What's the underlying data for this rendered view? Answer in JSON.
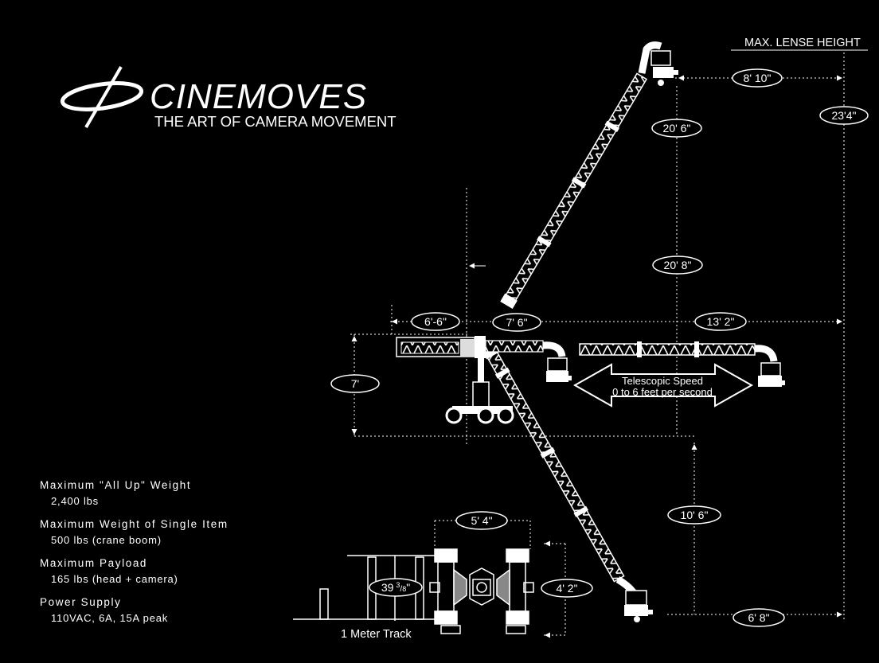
{
  "logo": {
    "wordmark": "CINEMOVES",
    "tagline": "THE ART OF CAMERA MOVEMENT"
  },
  "annotations": {
    "max_lens_height": "MAX. LENSE HEIGHT",
    "telescopic_title": "Telescopic Speed",
    "telescopic_range": "0 to 6 feet per second",
    "track": "1 Meter Track"
  },
  "dimensions": {
    "top_reach": "8' 10\"",
    "total_height": "23'4\"",
    "upper_vertical": "20' 6\"",
    "mid_vertical": "20' 8\"",
    "rear_length": "6'-6\"",
    "front_length": "7' 6\"",
    "telescope_length": "13' 2\"",
    "pivot_height": "7'",
    "low_vertical": "10' 6\"",
    "low_reach": "6' 8\"",
    "base_width": "5' 4\"",
    "base_depth": "4' 2\"",
    "track_gauge_whole": "39",
    "track_gauge_num": "3",
    "track_gauge_den": "8",
    "track_gauge_close": "\""
  },
  "specs": [
    {
      "label": "Maximum \"All Up\" Weight",
      "value": "2,400 lbs"
    },
    {
      "label": "Maximum Weight of Single Item",
      "value": "500 lbs (crane boom)"
    },
    {
      "label": "Maximum Payload",
      "value": "165 lbs (head + camera)"
    },
    {
      "label": "Power Supply",
      "value": "110VAC, 6A, 15A peak"
    }
  ]
}
